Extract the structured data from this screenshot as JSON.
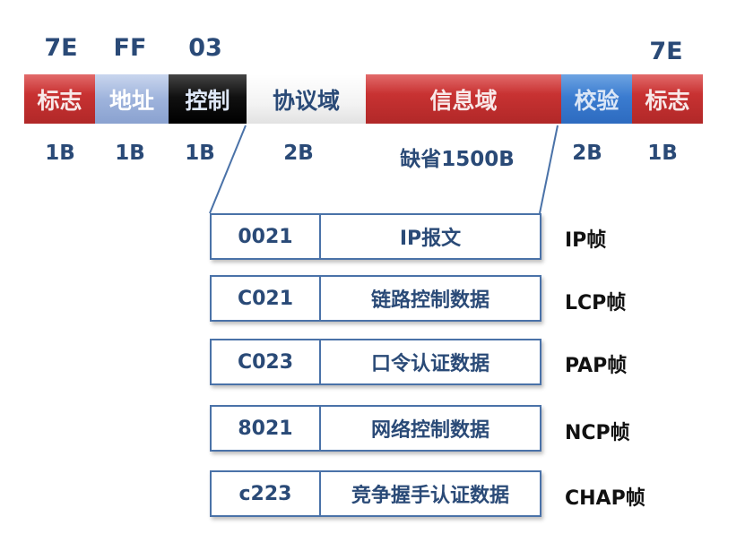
{
  "hex_labels": {
    "flag_start": "7E",
    "address": "FF",
    "control": "03",
    "flag_end": "7E"
  },
  "fields": [
    {
      "label": "标志",
      "size": "1B"
    },
    {
      "label": "地址",
      "size": "1B"
    },
    {
      "label": "控制",
      "size": "1B"
    },
    {
      "label": "协议域",
      "size": "2B"
    },
    {
      "label": "信息域",
      "size": "缺省1500B"
    },
    {
      "label": "校验",
      "size": "2B"
    },
    {
      "label": "标志",
      "size": "1B"
    }
  ],
  "protocol_table": [
    {
      "code": "0021",
      "desc": "IP报文",
      "frame": "IP帧"
    },
    {
      "code": "C021",
      "desc": "链路控制数据",
      "frame": "LCP帧"
    },
    {
      "code": "C023",
      "desc": "口令认证数据",
      "frame": "PAP帧"
    },
    {
      "code": "8021",
      "desc": "网络控制数据",
      "frame": "NCP帧"
    },
    {
      "code": "c223",
      "desc": "竞争握手认证数据",
      "frame": "CHAP帧"
    }
  ]
}
